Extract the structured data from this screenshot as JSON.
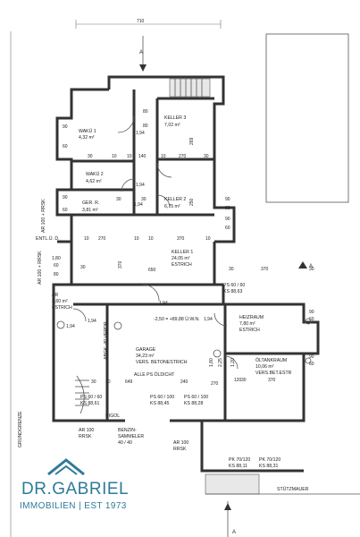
{
  "top_dimension": "710",
  "section_markers": [
    "A",
    "A",
    "A"
  ],
  "rooms": {
    "waku1": {
      "name": "WAKÜ 1",
      "area": "4,32 m²"
    },
    "waku2": {
      "name": "WAKÜ 2",
      "area": "4,62 m²"
    },
    "keller3": {
      "name": "KELLER 3",
      "area": "7,02 m²"
    },
    "keller2": {
      "name": "KELLER 2",
      "area": "6,75 m²"
    },
    "ger_r": {
      "name": "GER. R.",
      "area": "3,81 m²"
    },
    "keller1": {
      "name": "KELLER 1",
      "area": "24,05 m²",
      "note": "ESTRICH"
    },
    "ar_left": {
      "name": "AR",
      "area": "3,60 m²",
      "note": "ESTRICH"
    },
    "garage": {
      "name": "GARAGE",
      "area": "34,23 m²",
      "note": "VERS. BETONESTRICH"
    },
    "heizraum": {
      "name": "HEIZRAUM",
      "area": "7,80 m²",
      "note": "ESTRICH"
    },
    "oltank": {
      "name": "ÖLTANKRAUM",
      "area": "10,06 m²",
      "note": "VERS.BET.ESTR"
    }
  },
  "side_labels": {
    "entl": "ENTL.Ü. D.",
    "ar_rrsk_1": "AR 100 + RRSK",
    "ar_rrsk_2": "AR 100 + RRSK",
    "grundgrenze": "GRUNDGRENZE",
    "stutzmauer": "STÜTZMAUER",
    "alle_ps": "ALLE PS ÖLDICHT",
    "riegel": "RIGOL",
    "benzin": "BENZIN-",
    "benzin2": "SAMMELER",
    "benzin3": "40 / 40",
    "ar100_a": "AR 100",
    "ar100_a2": "RRSK",
    "ar100_b": "AR 100",
    "ar100_b2": "RRSK",
    "level": "-2,50 = +89,88 Ü.W.N.",
    "abgk": "ABGK. 40 VERDR."
  },
  "ps_labels": {
    "ps1": "PS 60 / 60",
    "ks1": "KS 88,63",
    "ps2": "PS 60 / 60",
    "ks2": "KS 88,61",
    "ps3": "PS 60 / 100",
    "ks3": "KS 88,45",
    "ps4": "PS 60 / 100",
    "ks4": "KS 88,28",
    "pk1": "PK 70/120",
    "pk1ks": "KS 88,11",
    "pk2": "PK 70/120",
    "pk2ks": "KS 88,31"
  },
  "dims": [
    "80",
    "80",
    "1,94",
    "90",
    "60",
    "10",
    "10",
    "30",
    "140",
    "10",
    "270",
    "30",
    "269",
    "90",
    "60",
    "1,94",
    "30",
    "30",
    "1,94",
    "250",
    "90",
    "60",
    "90",
    "60",
    "10",
    "270",
    "10",
    "10",
    "370",
    "10",
    "1,80",
    "60",
    "80",
    "30",
    "370",
    "650",
    "30",
    "370",
    "30",
    "90",
    "60",
    "1,94",
    "1,94",
    "1,94",
    "90",
    "60",
    "2,25",
    "1,80",
    "1,20",
    "120",
    "370",
    "30",
    "649",
    "270",
    "240",
    "30",
    "10",
    "1,94"
  ],
  "logo": {
    "name": "DR.GABRIEL",
    "tagline": "IMMOBILIEN | EST 1973"
  }
}
